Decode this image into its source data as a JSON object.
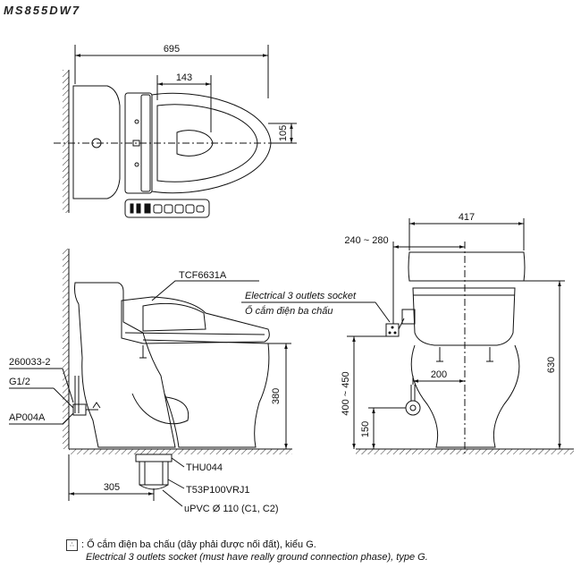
{
  "model": "MS855DW7",
  "top_view": {
    "dim_width": "695",
    "dim_seat": "143",
    "dim_offset": "105"
  },
  "side_view": {
    "seat_model": "TCF6631A",
    "valve_code": "260033-2",
    "thread": "G1/2",
    "hose_code": "AP004A",
    "flange": "THU044",
    "trap": "T53P100VRJ1",
    "pipe": "uPVC Ø 110 (C1, C2)",
    "dim_height": "380",
    "dim_rough": "305"
  },
  "front_view": {
    "dim_width": "417",
    "dim_range": "240 ~ 280",
    "dim_200": "200",
    "dim_height": "630",
    "dim_socket_range": "400 ~ 450",
    "dim_150": "150",
    "socket_label_en": "Electrical 3 outlets socket",
    "socket_label_vi": "Ổ cắm điện ba chấu"
  },
  "legend": {
    "symbol": "∴",
    "text_vi": ": Ổ cắm điện ba chấu (dây phải được nối đất), kiểu G.",
    "text_en": "Electrical 3 outlets socket (must have really ground connection phase), type G."
  }
}
